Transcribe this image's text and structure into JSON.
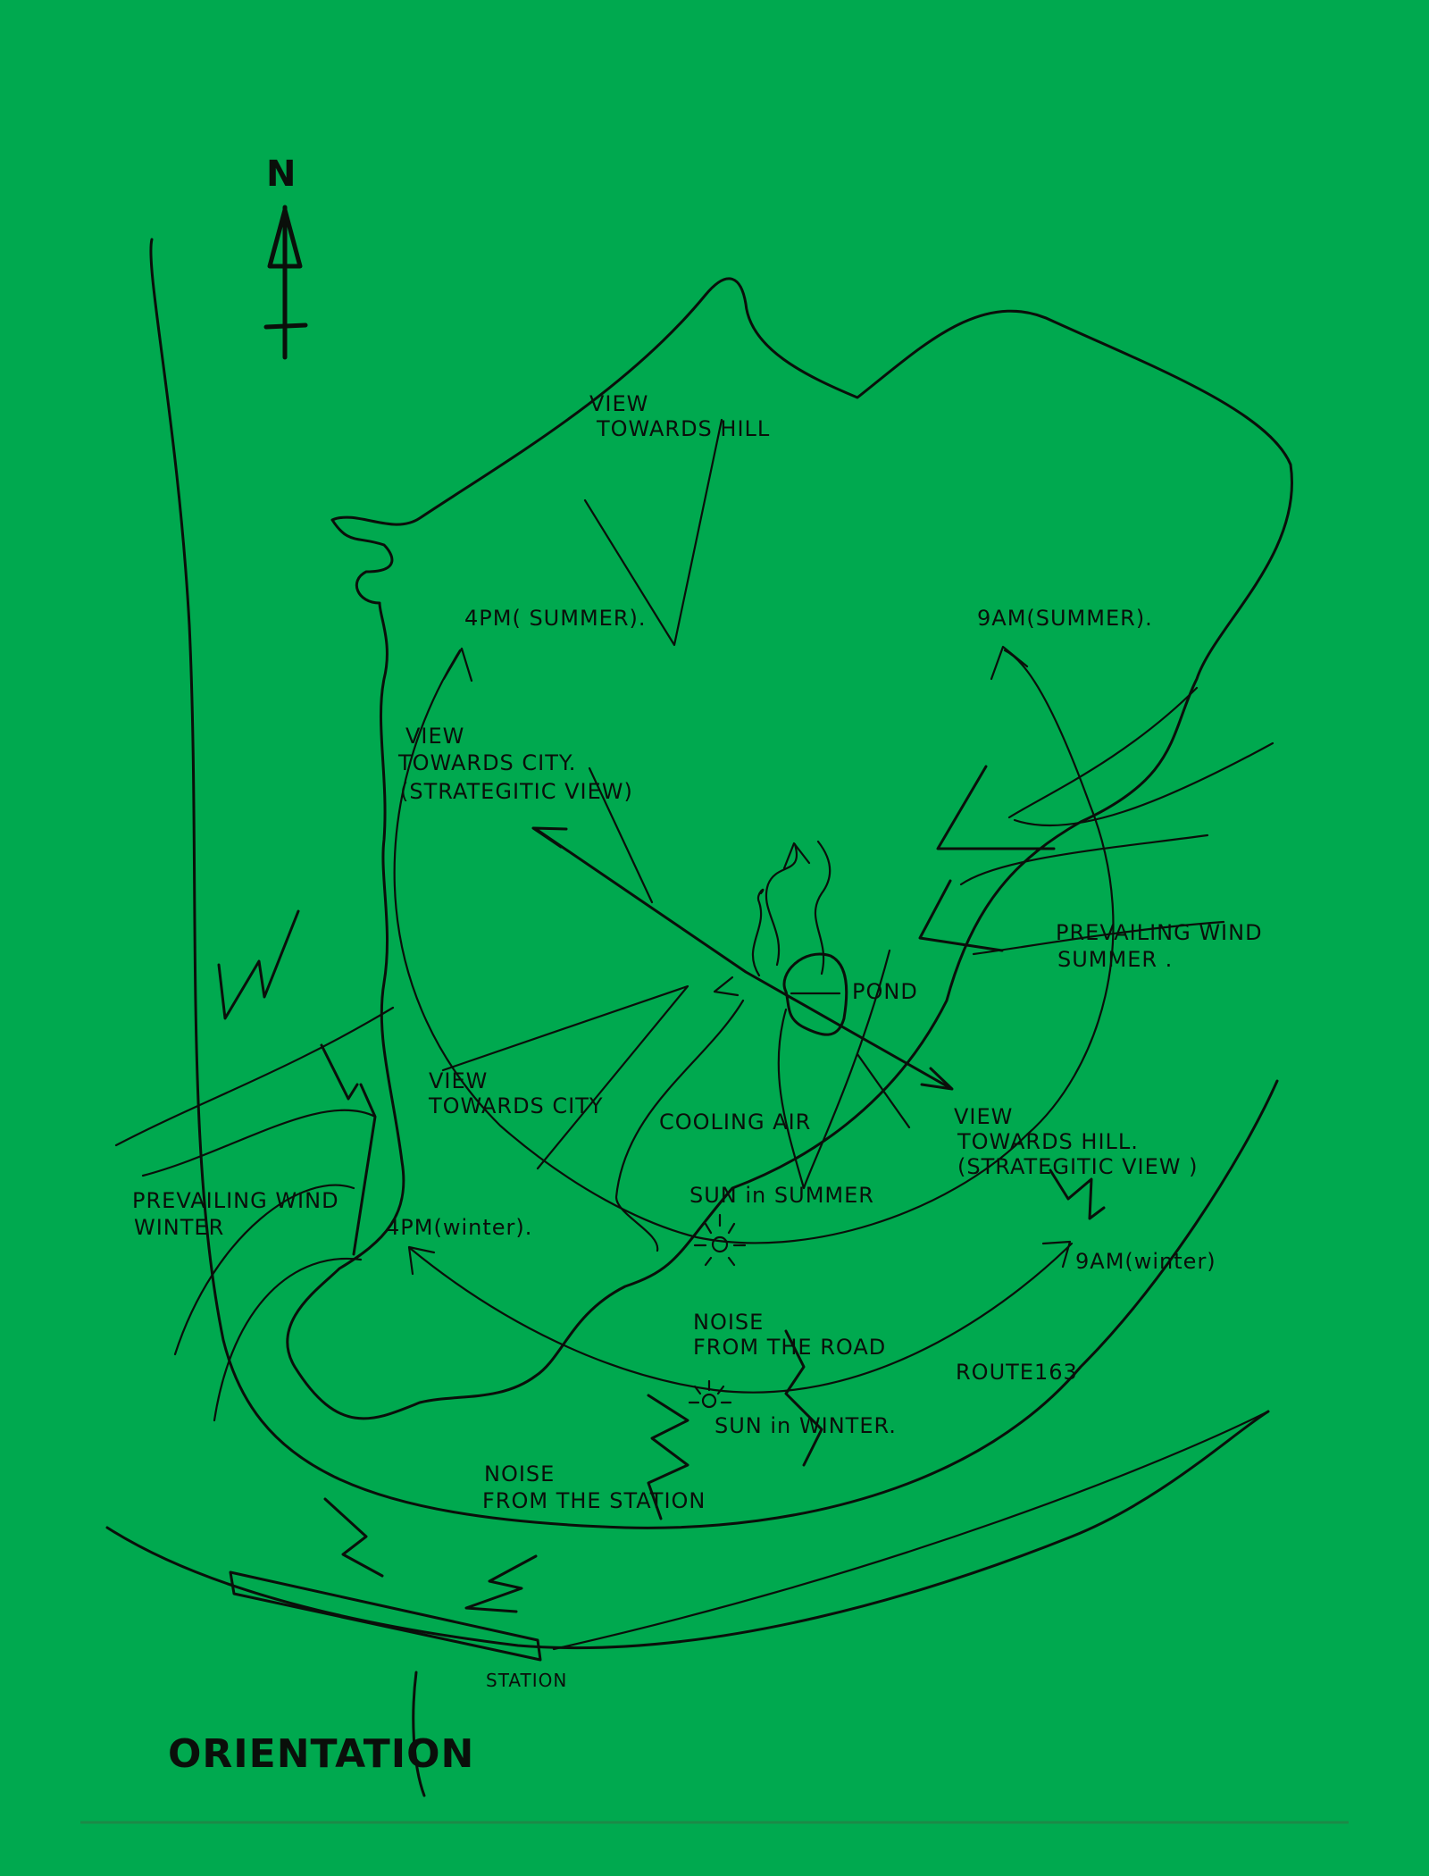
{
  "compass": {
    "label": "N"
  },
  "labels": {
    "view_hill_north": [
      "VIEW",
      "TOWARDS HILL"
    ],
    "pm4_summer": "4PM( SUMMER).",
    "am9_summer": "9AM(SUMMER).",
    "view_city_strategic": [
      "VIEW",
      "TOWARDS CITY.",
      "(STRATEGITIC VIEW)"
    ],
    "pond": "POND",
    "wind_summer": [
      "PREVAILING WIND",
      "SUMMER ."
    ],
    "view_city_west": [
      "VIEW",
      "TOWARDS CITY"
    ],
    "cooling_air": "COOLING AIR",
    "view_hill_strategic": [
      "VIEW",
      "TOWARDS HILL.",
      "(STRATEGITIC VIEW )"
    ],
    "wind_winter": [
      "PREVAILING WIND",
      "WINTER"
    ],
    "pm4_winter": "4PM(winter).",
    "sun_summer": "SUN in SUMMER",
    "am9_winter": "9AM(winter)",
    "noise_road": [
      "NOISE",
      "FROM THE ROAD"
    ],
    "route": "ROUTE163",
    "sun_winter": "SUN in WINTER.",
    "noise_station": [
      "NOISE",
      "FROM THE STATION"
    ],
    "station": "STATION",
    "title": "ORIENTATION"
  }
}
